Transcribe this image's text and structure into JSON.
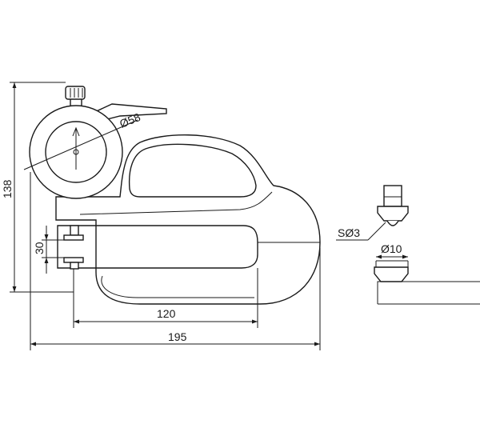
{
  "drawing": {
    "dimensions": {
      "dial_diameter": "Ø58",
      "overall_height": "138",
      "throat_gap": "30",
      "throat_depth": "120",
      "overall_length": "195",
      "contact_point": "SØ3",
      "anvil_diameter": "Ø10"
    }
  }
}
